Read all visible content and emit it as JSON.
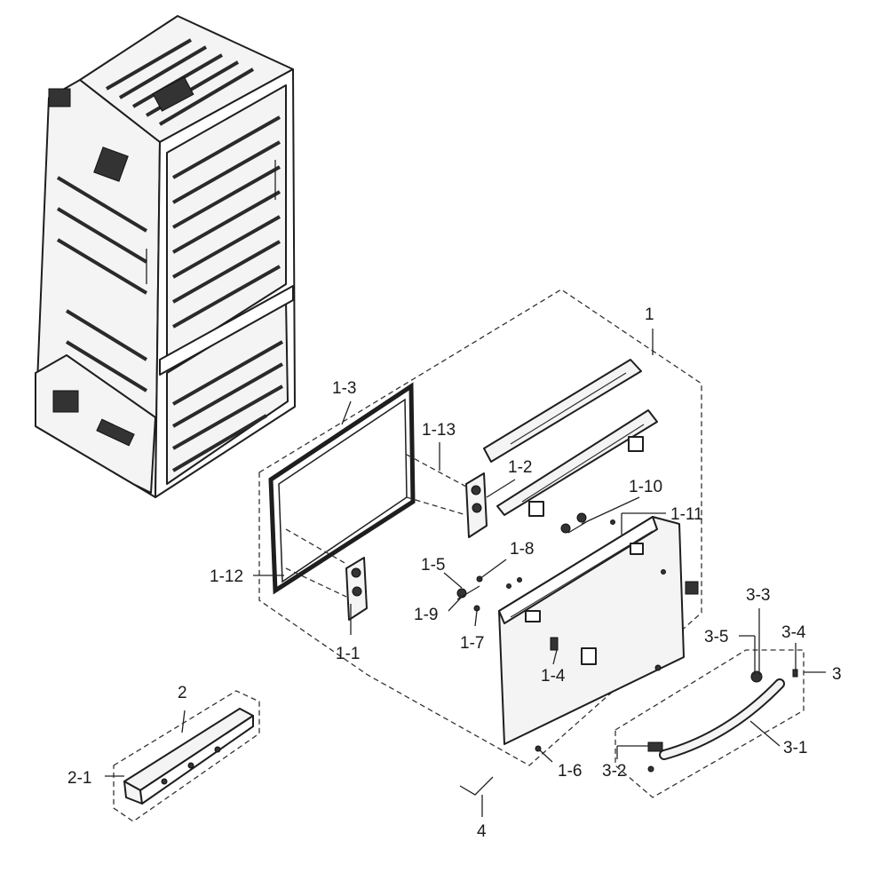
{
  "labels": {
    "l1": "1",
    "l1_1": "1-1",
    "l1_2": "1-2",
    "l1_3": "1-3",
    "l1_4": "1-4",
    "l1_5": "1-5",
    "l1_6": "1-6",
    "l1_7": "1-7",
    "l1_8": "1-8",
    "l1_9": "1-9",
    "l1_10": "1-10",
    "l1_11": "1-11",
    "l1_12": "1-12",
    "l1_13": "1-13",
    "l2": "2",
    "l2_1": "2-1",
    "l3": "3",
    "l3_1": "3-1",
    "l3_2": "3-2",
    "l3_3": "3-3",
    "l3_4": "3-4",
    "l3_5": "3-5",
    "l4": "4"
  }
}
